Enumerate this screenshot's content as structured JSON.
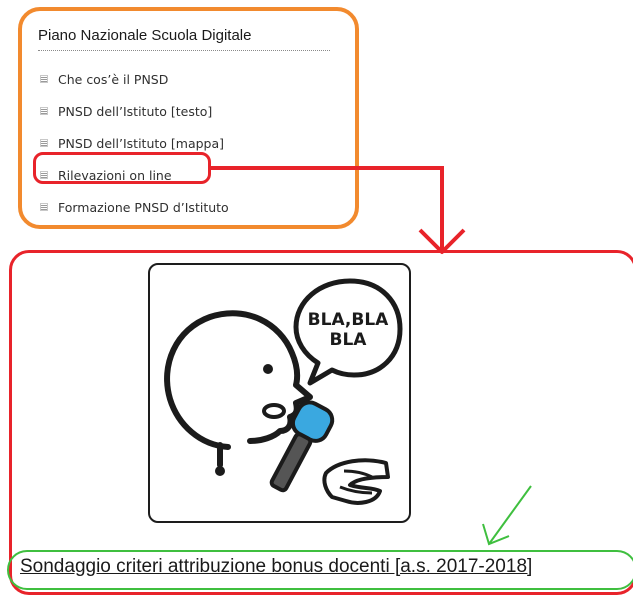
{
  "menu": {
    "title": "Piano Nazionale Scuola Digitale",
    "items": [
      {
        "label": "Che cos’è il PNSD"
      },
      {
        "label": "PNSD dell’Istituto [testo]"
      },
      {
        "label": "PNSD dell’Istituto [mappa]"
      },
      {
        "label": "Rilevazioni on line"
      },
      {
        "label": "Formazione PNSD d’Istituto"
      }
    ]
  },
  "illustration": {
    "speech_line1": "BLA,BLA",
    "speech_line2": "BLA"
  },
  "survey": {
    "link_label": "Sondaggio criteri attribuzione bonus docenti [a.s. 2017-2018]"
  },
  "colors": {
    "menu_border": "#f28a2e",
    "highlight": "#e8232a",
    "link_outline": "#3fbf3f",
    "mic_blue": "#3aa8e0"
  }
}
